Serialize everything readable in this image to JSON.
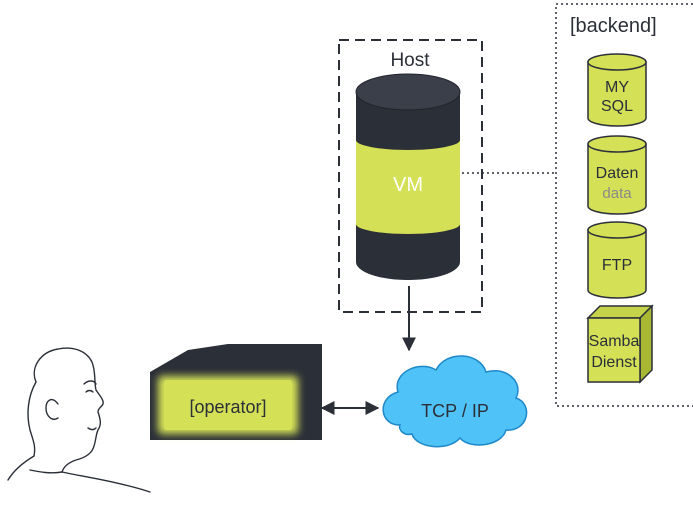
{
  "host": {
    "title": "Host",
    "vm_label": "VM"
  },
  "backend": {
    "title": "[backend]",
    "mysql_line1": "MY",
    "mysql_line2": "SQL",
    "daten_line1": "Daten",
    "daten_line2": "data",
    "ftp_label": "FTP",
    "samba_line1": "Samba",
    "samba_line2": "Dienst"
  },
  "operator": {
    "label": "[operator]"
  },
  "network": {
    "label": "TCP / IP"
  },
  "colors": {
    "lime": "#d4e157",
    "lime_dark": "#b3c232",
    "dark": "#2b2f38",
    "cloud": "#4fc3f7",
    "cloud_stroke": "#1e88c8",
    "muted_text": "#8a8a8a"
  }
}
